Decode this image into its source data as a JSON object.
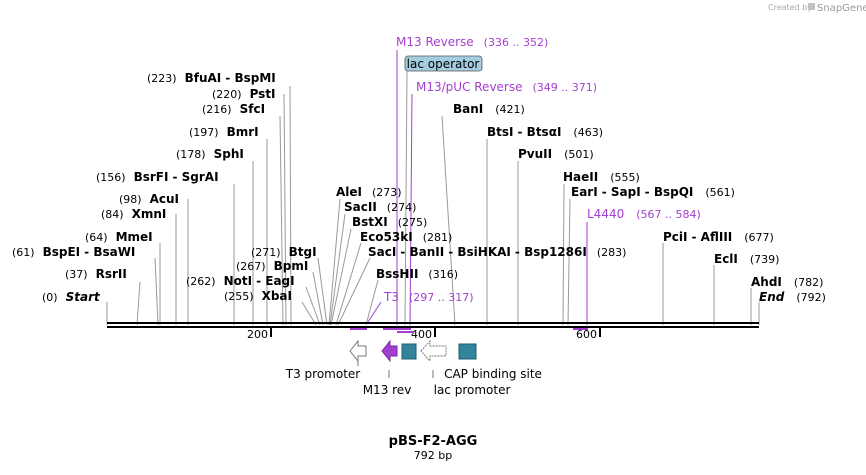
{
  "credit": {
    "prefix": "Created by",
    "brand": "SnapGene"
  },
  "map": {
    "title": "pBS-F2-AGG",
    "length_label": "792 bp",
    "length": 792
  },
  "ticks": [
    {
      "pos": 200,
      "label": "200"
    },
    {
      "pos": 400,
      "label": "400"
    },
    {
      "pos": 600,
      "label": "600"
    }
  ],
  "sites": [
    {
      "name": "Start",
      "pos": 0,
      "pos_label": "(0)",
      "italic": true
    },
    {
      "name": "RsrII",
      "pos": 37,
      "pos_label": "(37)"
    },
    {
      "name": "BspEI",
      "name2": "BsaWI",
      "pos": 61,
      "pos_label": "(61)",
      "pos_first": true
    },
    {
      "name": "MmeI",
      "pos": 64,
      "pos_label": "(64)"
    },
    {
      "name": "XmnI",
      "pos": 84,
      "pos_label": "(84)"
    },
    {
      "name": "AcuI",
      "pos": 98,
      "pos_label": "(98)"
    },
    {
      "name": "BsrFI",
      "name2": "SgrAI",
      "pos": 156,
      "pos_label": "(156)"
    },
    {
      "name": "SphI",
      "pos": 178,
      "pos_label": "(178)"
    },
    {
      "name": "BmrI",
      "pos": 197,
      "pos_label": "(197)"
    },
    {
      "name": "SfcI",
      "pos": 216,
      "pos_label": "(216)"
    },
    {
      "name": "PstI",
      "pos": 220,
      "pos_label": "(220)"
    },
    {
      "name": "BfuAI",
      "name2": "BspMI",
      "pos": 223,
      "pos_label": "(223)"
    },
    {
      "name": "XbaI",
      "pos": 255,
      "pos_label": "(255)"
    },
    {
      "name": "NotI",
      "name2": "EagI",
      "pos": 262,
      "pos_label": "(262)"
    },
    {
      "name": "BpmI",
      "pos": 267,
      "pos_label": "(267)"
    },
    {
      "name": "BtgI",
      "pos": 271,
      "pos_label": "(271)"
    },
    {
      "name": "AleI",
      "pos": 273,
      "pos_label": "(273)"
    },
    {
      "name": "SacII",
      "pos": 274,
      "pos_label": "(274)"
    },
    {
      "name": "BstXI",
      "pos": 275,
      "pos_label": "(275)"
    },
    {
      "name": "Eco53kI",
      "pos": 281,
      "pos_label": "(281)"
    },
    {
      "name": "SacI",
      "name2": "BanII",
      "name3": "BsiHKAI",
      "name4": "Bsp1286I",
      "pos": 283,
      "pos_label": "(283)"
    },
    {
      "name": "BssHII",
      "pos": 316,
      "pos_label": "(316)"
    },
    {
      "name": "BanI",
      "pos": 421,
      "pos_label": "(421)"
    },
    {
      "name": "BtsI",
      "name2": "BtsαI",
      "pos": 463,
      "pos_label": "(463)"
    },
    {
      "name": "PvuII",
      "pos": 501,
      "pos_label": "(501)"
    },
    {
      "name": "HaeII",
      "pos": 555,
      "pos_label": "(555)"
    },
    {
      "name": "EarI",
      "name2": "SapI",
      "name3": "BspQI",
      "pos": 561,
      "pos_label": "(561)"
    },
    {
      "name": "PciI",
      "name2": "AflIII",
      "pos": 677,
      "pos_label": "(677)"
    },
    {
      "name": "EclI",
      "pos": 739,
      "pos_label": "(739)"
    },
    {
      "name": "AhdI",
      "pos": 782,
      "pos_label": "(782)"
    },
    {
      "name": "End",
      "pos": 792,
      "pos_label": "(792)",
      "italic": true
    }
  ],
  "primers": [
    {
      "name": "M13 Reverse",
      "range": "(336 .. 352)",
      "start": 336,
      "end": 352
    },
    {
      "name": "M13/pUC Reverse",
      "range": "(349 .. 371)",
      "start": 349,
      "end": 371
    },
    {
      "name": "T3",
      "range": "(297 .. 317)",
      "start": 297,
      "end": 317
    },
    {
      "name": "L4440",
      "range": "(567 .. 584)",
      "start": 567,
      "end": 584
    }
  ],
  "features": [
    {
      "name": "lac operator",
      "type": "box-label",
      "color": "#a5cde0"
    },
    {
      "name": "T3 promoter",
      "type": "arrow-left",
      "color": "#ffffff"
    },
    {
      "name": "M13 rev",
      "type": "arrow-left",
      "color": "#a23fd0"
    },
    {
      "name": "lac promoter",
      "type": "arrow-left-dotted",
      "color": "#ffffff"
    },
    {
      "name": "CAP binding site",
      "type": "box",
      "color": "#31849b"
    }
  ],
  "colors": {
    "primer": "#a23fd0",
    "feature_teal": "#31849b",
    "operator": "#a5cde0",
    "line": "#999999"
  }
}
